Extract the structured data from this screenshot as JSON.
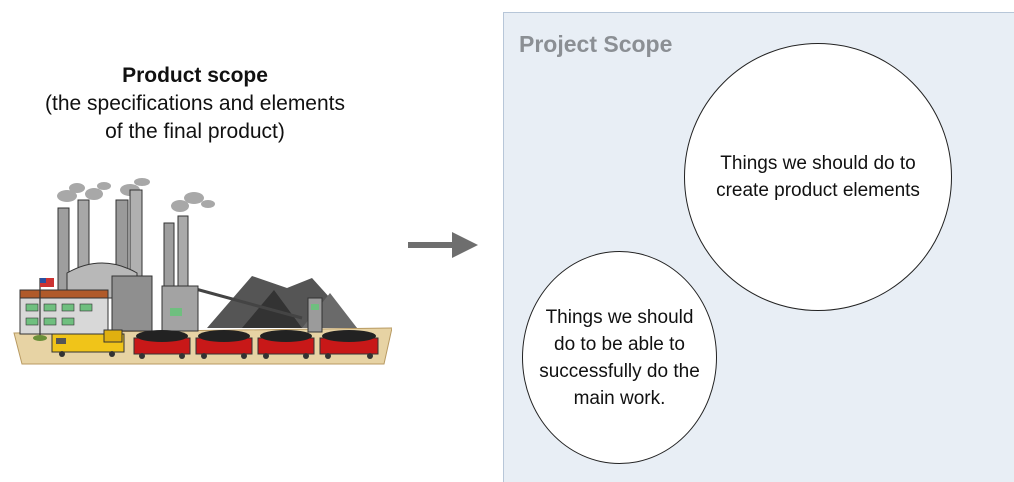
{
  "product": {
    "heading": "Product scope",
    "subtitle_line1": "(the specifications and elements",
    "subtitle_line2": "of the final product)",
    "illustration_icon": "factory-illustration"
  },
  "arrow_icon": "right-arrow-icon",
  "project": {
    "title": "Project Scope",
    "large_circle_text": "Things we should do to create product elements",
    "small_circle_text": "Things we should do to be able to successfully do the main work."
  },
  "colors": {
    "panel_background": "#e8eef5",
    "panel_title": "#8b8f94",
    "arrow": "#6e6e6e"
  }
}
